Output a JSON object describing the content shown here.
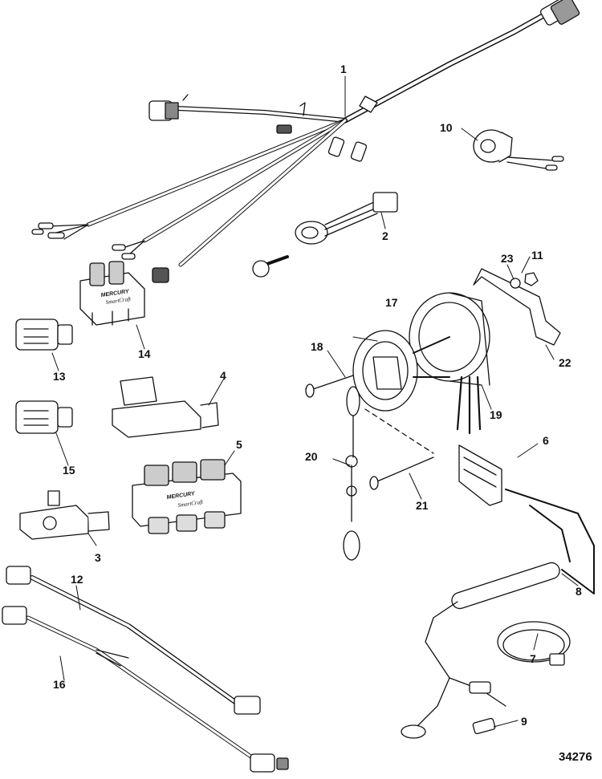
{
  "figure_number": "34276",
  "brand_marks": {
    "manufacturer": "MERCURY",
    "product": "SmartCraft"
  },
  "callouts": [
    {
      "id": "part-1",
      "label": "1"
    },
    {
      "id": "part-2",
      "label": "2"
    },
    {
      "id": "part-3",
      "label": "3"
    },
    {
      "id": "part-4",
      "label": "4"
    },
    {
      "id": "part-5",
      "label": "5"
    },
    {
      "id": "part-6",
      "label": "6"
    },
    {
      "id": "part-7",
      "label": "7"
    },
    {
      "id": "part-8",
      "label": "8"
    },
    {
      "id": "part-9",
      "label": "9"
    },
    {
      "id": "part-10",
      "label": "10"
    },
    {
      "id": "part-11",
      "label": "11"
    },
    {
      "id": "part-12",
      "label": "12"
    },
    {
      "id": "part-13",
      "label": "13"
    },
    {
      "id": "part-14",
      "label": "14"
    },
    {
      "id": "part-15",
      "label": "15"
    },
    {
      "id": "part-16",
      "label": "16"
    },
    {
      "id": "part-17",
      "label": "17"
    },
    {
      "id": "part-18",
      "label": "18"
    },
    {
      "id": "part-19",
      "label": "19"
    },
    {
      "id": "part-20",
      "label": "20"
    },
    {
      "id": "part-21",
      "label": "21"
    },
    {
      "id": "part-22",
      "label": "22"
    },
    {
      "id": "part-23",
      "label": "23"
    }
  ],
  "colors": {
    "ink": "#111111",
    "paper": "#ffffff",
    "shade": "#bdbdbd",
    "dark_shade": "#555555"
  }
}
